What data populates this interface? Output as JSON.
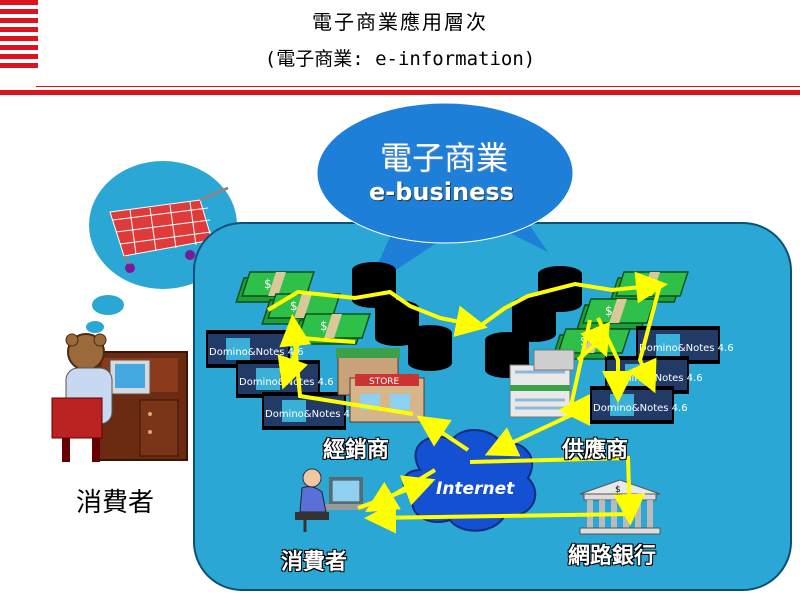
{
  "header": {
    "title": "電子商業應用層次",
    "subtitle": "(電子商業: e-information)"
  },
  "bubble": {
    "title_cn": "電子商業",
    "title_en": "e-business"
  },
  "labels": {
    "distributor": "經銷商",
    "supplier": "供應商",
    "internet": "Internet",
    "consumer_inner": "消費者",
    "online_bank": "網路銀行",
    "consumer_outside": "消費者",
    "domino": "Domino&Notes 4.6",
    "store_sign": "STORE"
  },
  "colors": {
    "accent_red": "#d9141f",
    "panel_blue": "#2aa7d4",
    "bubble_blue": "#1e7fd8",
    "arrow_yellow": "#ffff00",
    "cloud_blue": "#1450d2"
  }
}
